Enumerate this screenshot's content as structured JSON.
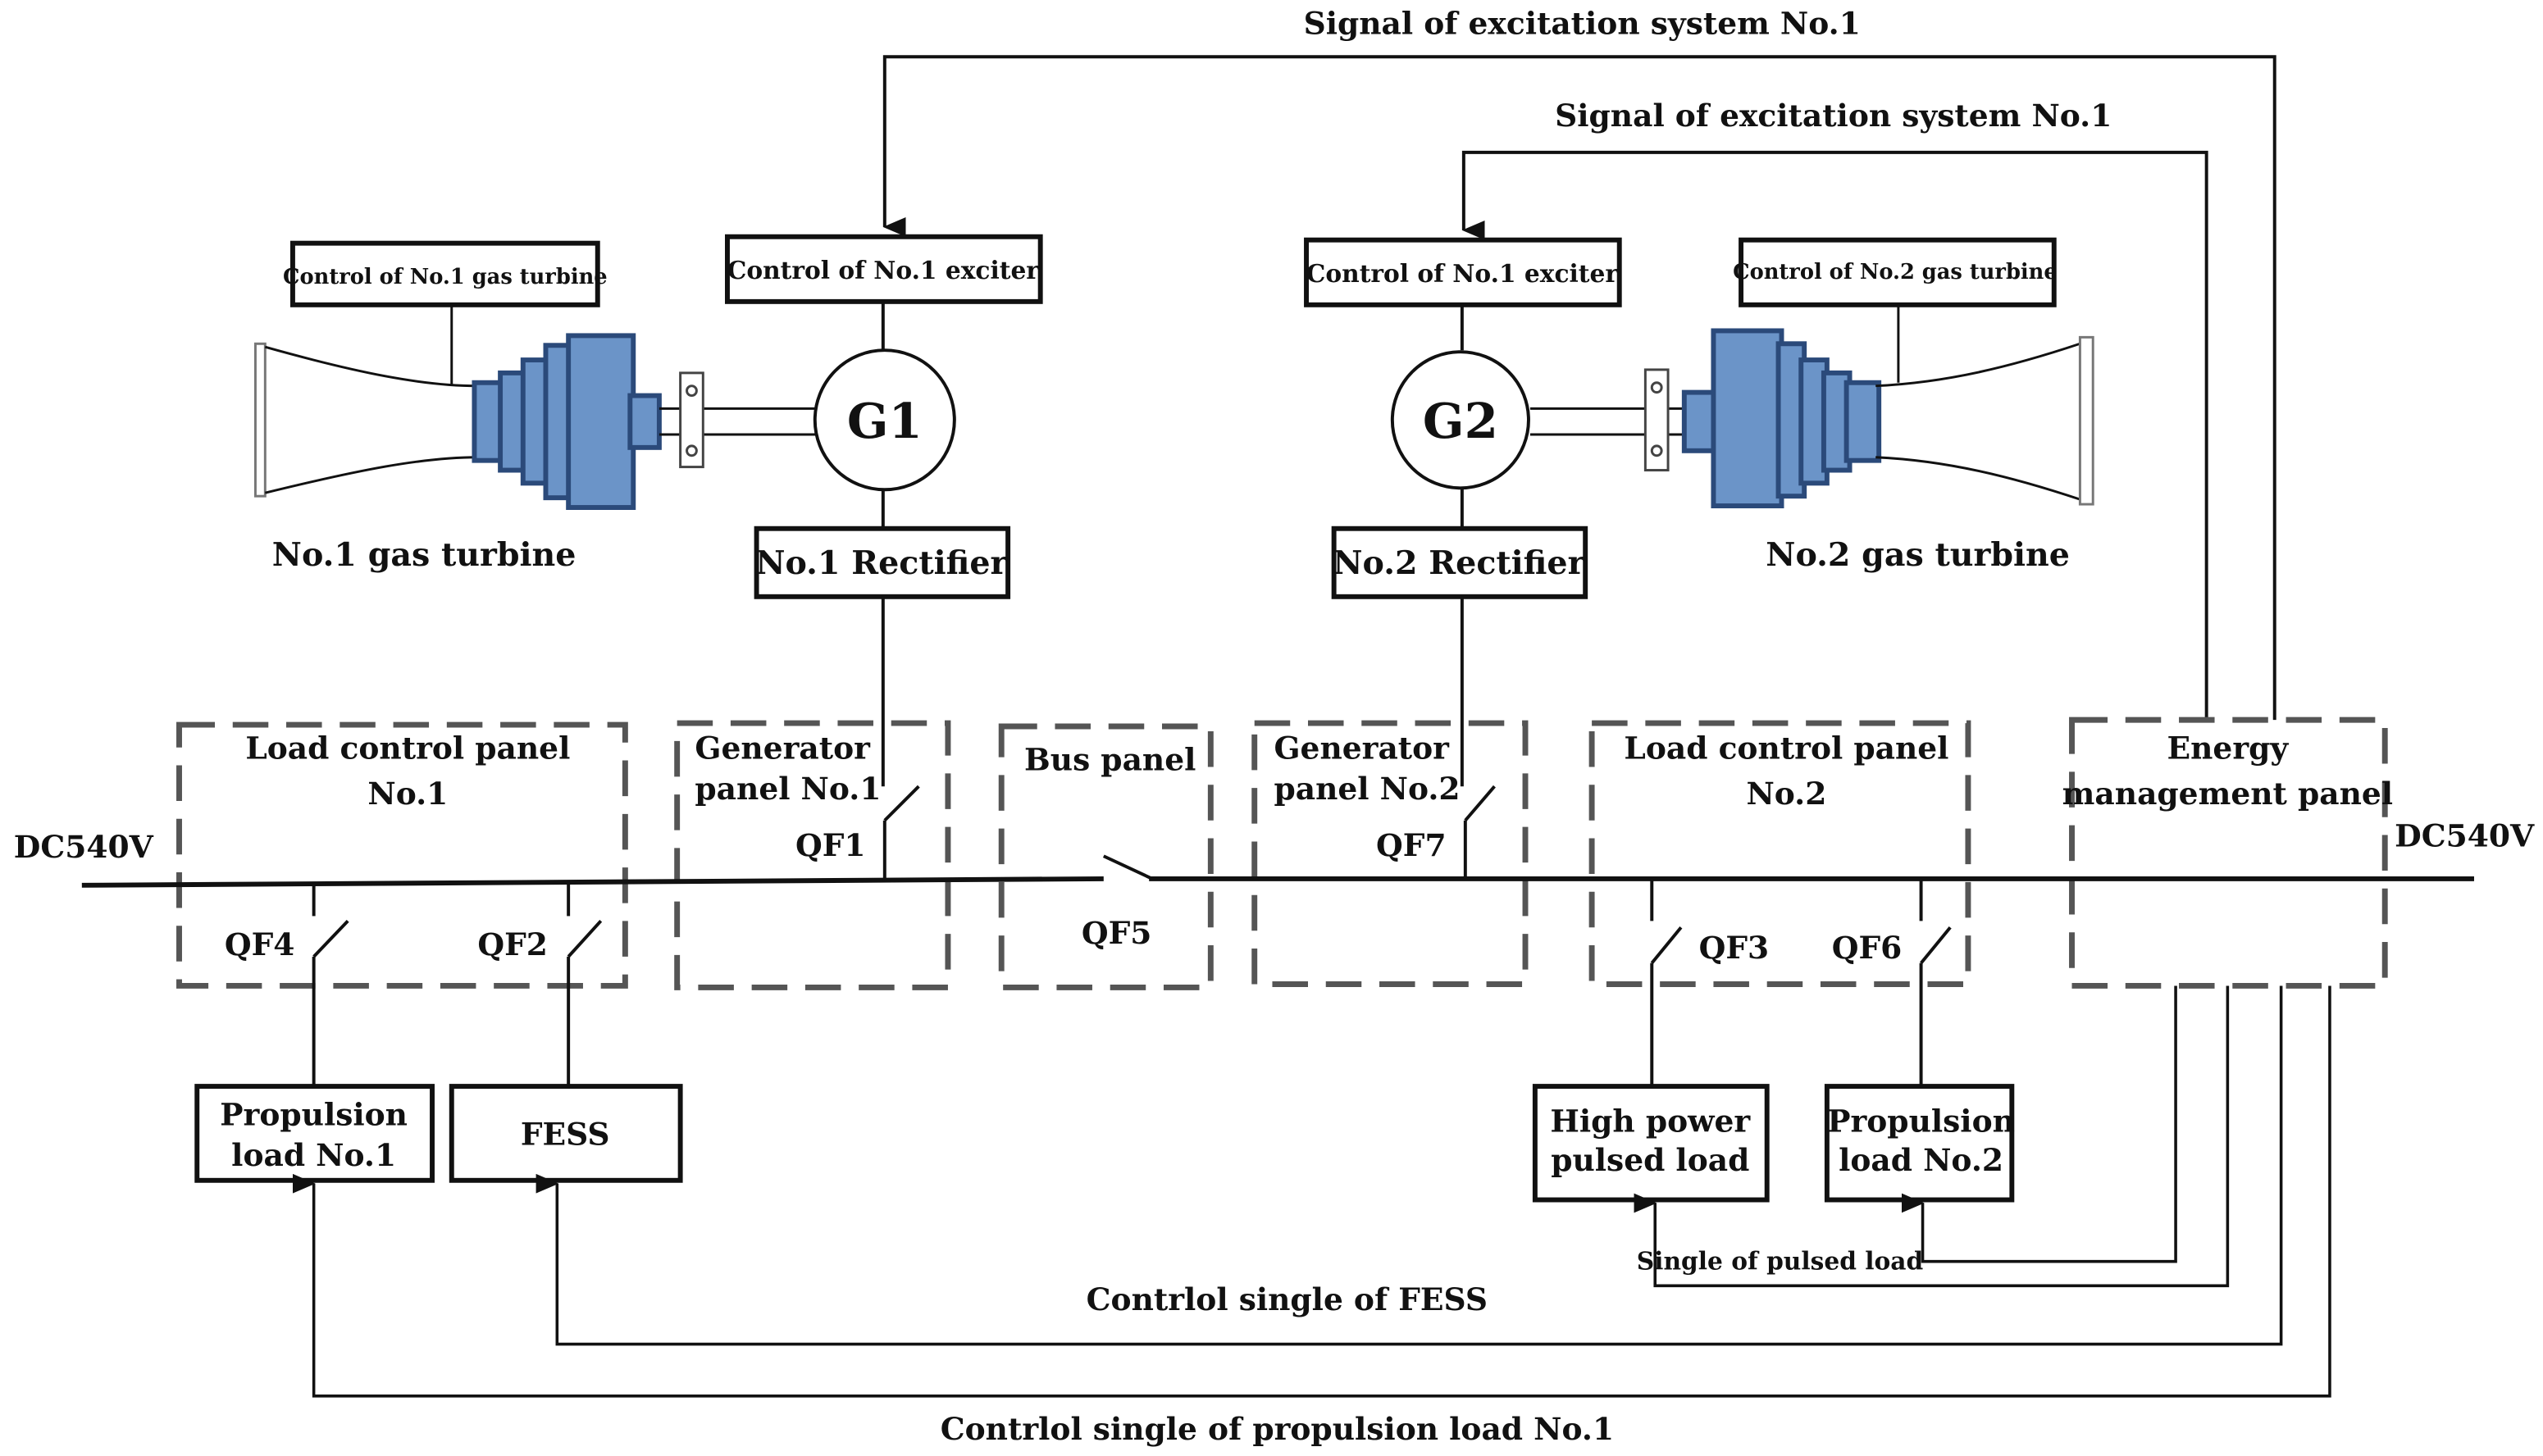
{
  "signals": {
    "excitation_1": "Signal of excitation system No.1",
    "excitation_2": "Signal of excitation system No.1",
    "fess": "Contrlol single of FESS",
    "propulsion_1": "Contrlol single of propulsion load No.1",
    "pulsed": "Single of pulsed load"
  },
  "controls": {
    "gas_turbine_1": "Control of  No.1 gas turbine",
    "exciter_1": "Control of No.1 exciter",
    "exciter_2": "Control of No.1 exciter",
    "gas_turbine_2": "Control of  No.2 gas turbine"
  },
  "generators": {
    "g1": "G1",
    "g2": "G2"
  },
  "turbines": {
    "t1": "No.1 gas turbine",
    "t2": "No.2 gas turbine"
  },
  "rectifiers": {
    "r1": "No.1 Rectifier",
    "r2": "No.2 Rectifier"
  },
  "panels": {
    "load_1": [
      "Load control panel",
      "No.1"
    ],
    "gen_1": [
      "Generator",
      "panel No.1"
    ],
    "bus": "Bus panel",
    "gen_2": [
      "Generator",
      "panel No.2"
    ],
    "load_2": [
      "Load control panel",
      "No.2"
    ],
    "energy": [
      "Energy",
      "management  panel"
    ]
  },
  "bus_voltage": {
    "left": "DC540V",
    "right": "DC540V"
  },
  "breakers": {
    "qf1": "QF1",
    "qf2": "QF2",
    "qf3": "QF3",
    "qf4": "QF4",
    "qf5": "QF5",
    "qf6": "QF6",
    "qf7": "QF7"
  },
  "loads": {
    "propulsion_1": [
      "Propulsion",
      "load No.1"
    ],
    "fess": "FESS",
    "pulsed": [
      "High power",
      "pulsed load"
    ],
    "propulsion_2": [
      "Propulsion",
      "load No.2"
    ]
  }
}
